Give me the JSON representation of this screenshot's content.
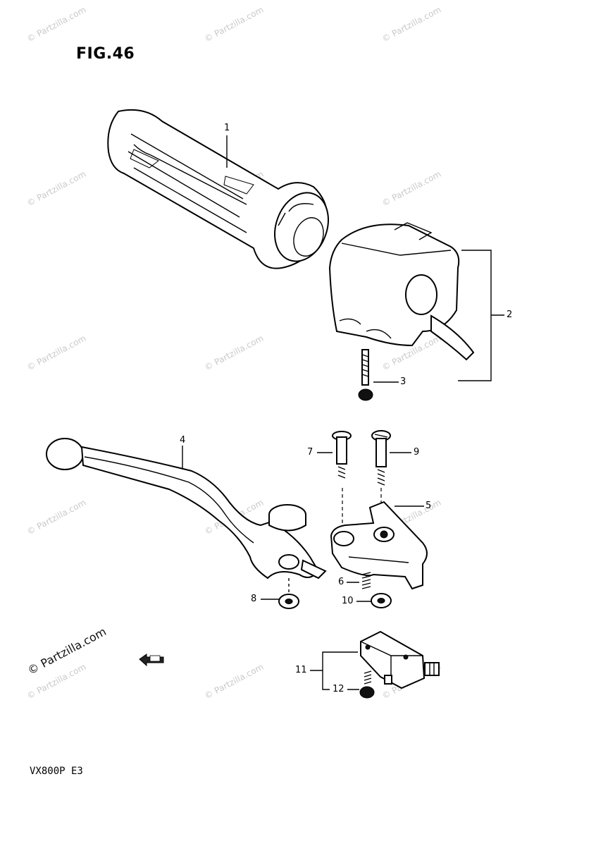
{
  "figure": {
    "title": "FIG.46"
  },
  "model_code": "VX800P  E3",
  "watermark": {
    "text": "© Partzilla.com"
  },
  "callouts": [
    {
      "number": "1"
    },
    {
      "number": "2"
    },
    {
      "number": "3"
    },
    {
      "number": "4"
    },
    {
      "number": "5"
    },
    {
      "number": "6"
    },
    {
      "number": "7"
    },
    {
      "number": "8"
    },
    {
      "number": "9"
    },
    {
      "number": "10"
    },
    {
      "number": "11"
    },
    {
      "number": "12"
    }
  ]
}
